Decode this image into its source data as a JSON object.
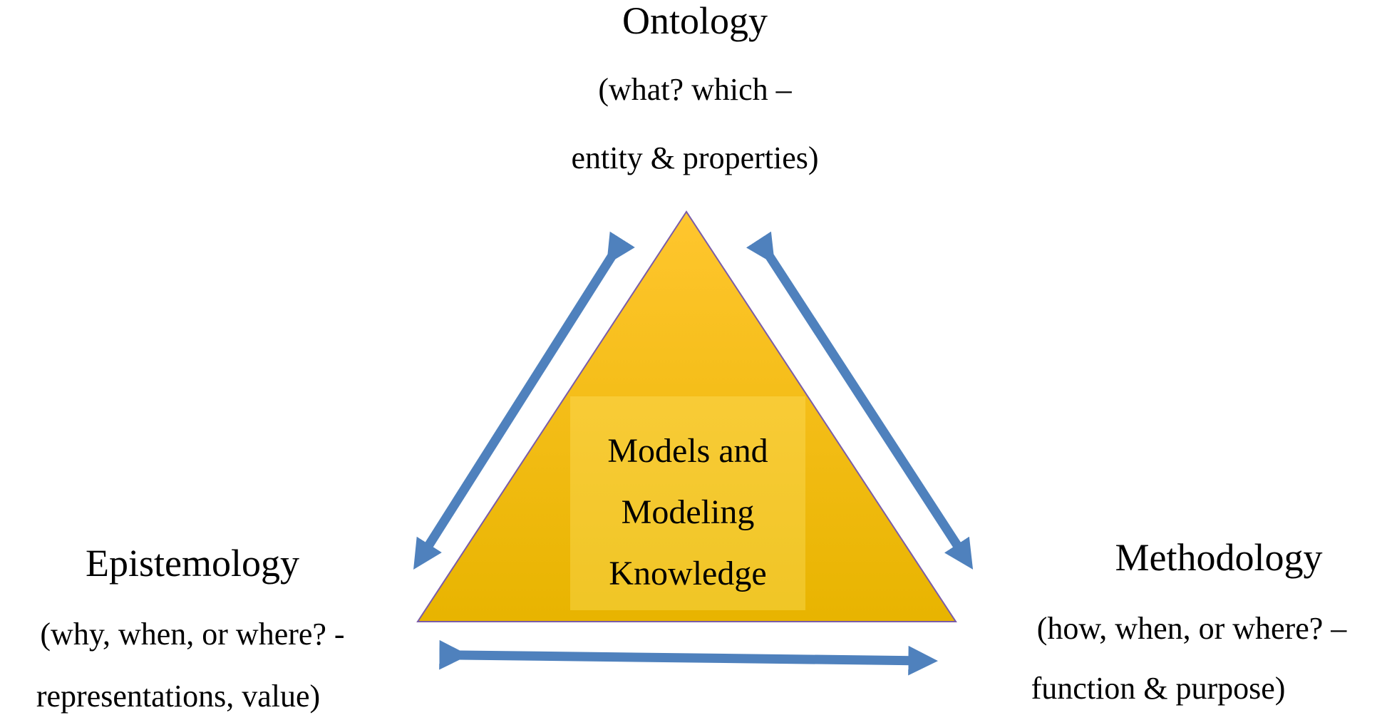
{
  "ontology": {
    "title": "Ontology",
    "line1": "(what? which –",
    "line2": "entity & properties)"
  },
  "epistemology": {
    "title": "Epistemology",
    "line1": "(why, when, or where? -",
    "line2": "representations, value)"
  },
  "methodology": {
    "title": "Methodology",
    "line1": "(how, when, or where? –",
    "line2": "function & purpose)"
  },
  "center": {
    "line1": "Models and",
    "line2": "Modeling",
    "line3": "Knowledge"
  },
  "colors": {
    "triangle_top": "#FFC62E",
    "triangle_bottom": "#E8B400",
    "triangle_edge": "#7A5CA8",
    "arrow": "#4F81BD"
  }
}
